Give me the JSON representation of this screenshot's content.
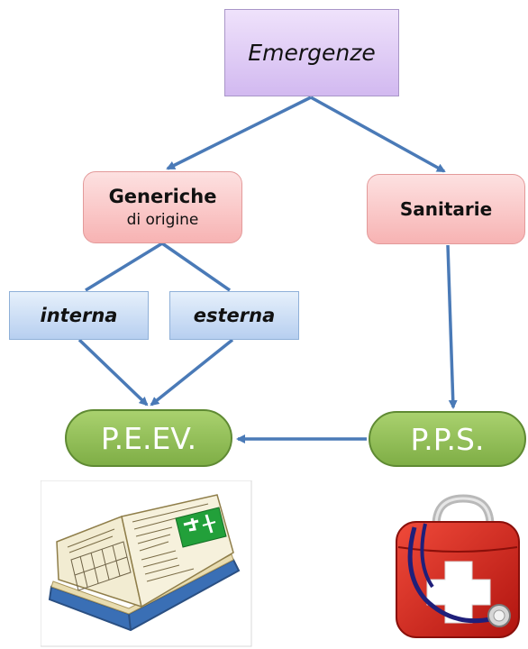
{
  "nodes": {
    "emergenze": "Emergenze",
    "generiche_main": "Generiche",
    "generiche_sub": "di origine",
    "sanitarie": "Sanitarie",
    "interna": "interna",
    "esterna": "esterna",
    "peev": "P.E.EV.",
    "pps": "P.P.S."
  },
  "colors": {
    "arrow": "#4a7ab7",
    "green": "#8cbb54",
    "pink": "#f9c3c3",
    "purple": "#dccbf5",
    "blue": "#c9dcf4"
  },
  "icons": [
    "open-manual-book-icon",
    "first-aid-kit-icon"
  ]
}
